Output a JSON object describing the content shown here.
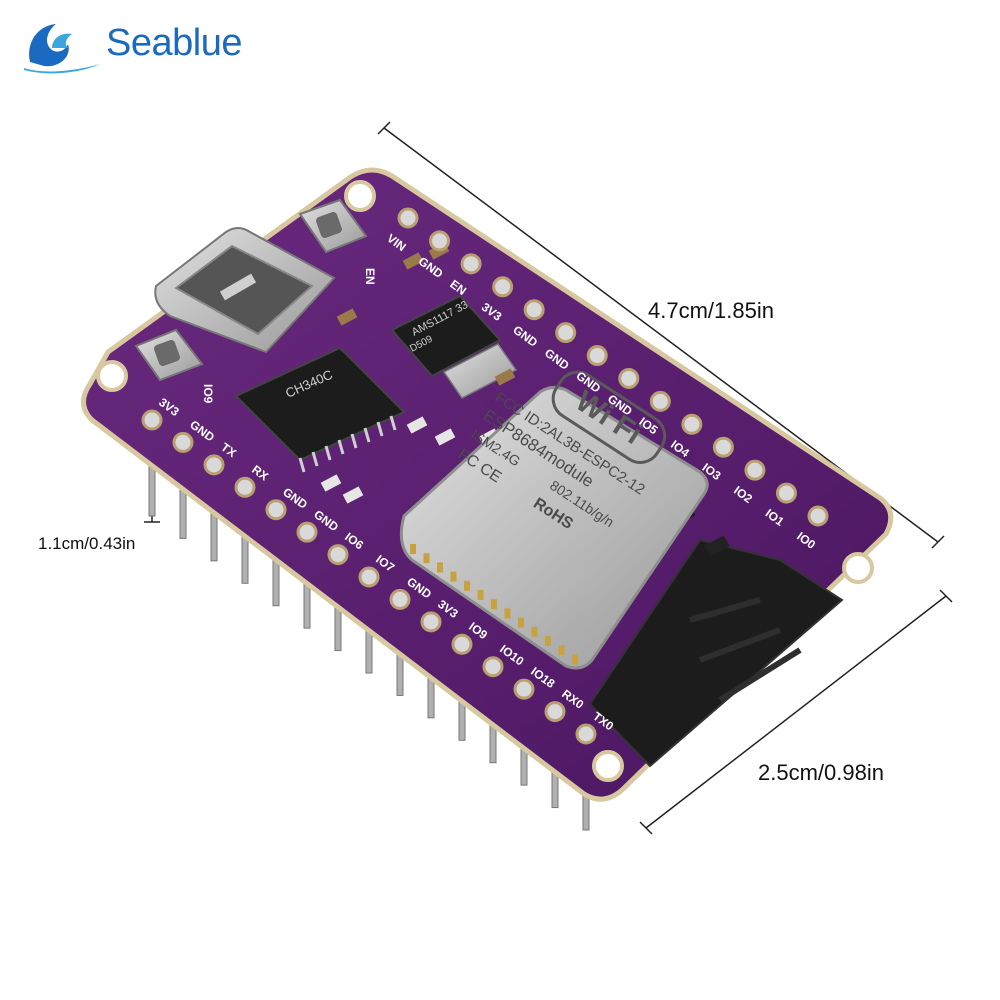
{
  "brand": {
    "name": "Seablue",
    "logo_icon": "wave-icon",
    "color": "#1a6bbf"
  },
  "dimensions": {
    "length": "4.7cm/1.85in",
    "width": "2.5cm/0.98in",
    "height": "1.1cm/0.43in"
  },
  "board": {
    "color": "#5a1e6e",
    "top_pins": [
      "VIN",
      "GND",
      "EN",
      "3V3",
      "GND",
      "GND",
      "GND",
      "GND",
      "IO5",
      "IO4",
      "IO3",
      "IO2",
      "IO1",
      "IO0"
    ],
    "left_pins": [
      "3V3",
      "GND",
      "TX",
      "RX",
      "GND",
      "GND",
      "IO6",
      "IO7",
      "GND",
      "3V3",
      "IO9",
      "IO10",
      "IO18",
      "RX0",
      "TX0"
    ],
    "buttons": [
      "EN",
      "IO9"
    ],
    "chips": {
      "usb_uart": "CH340C",
      "regulator": "AMS1117 33",
      "regulator_code": "D509"
    },
    "module": {
      "logo": "Wi Fi",
      "fcc": "FCC ID:2AL3B-ESPC2-12",
      "name": "ESP8684module",
      "band": "ISM2.4G",
      "standard": "802.11b/g/n",
      "rohs": "RoHS",
      "marks": "FC CE"
    }
  }
}
